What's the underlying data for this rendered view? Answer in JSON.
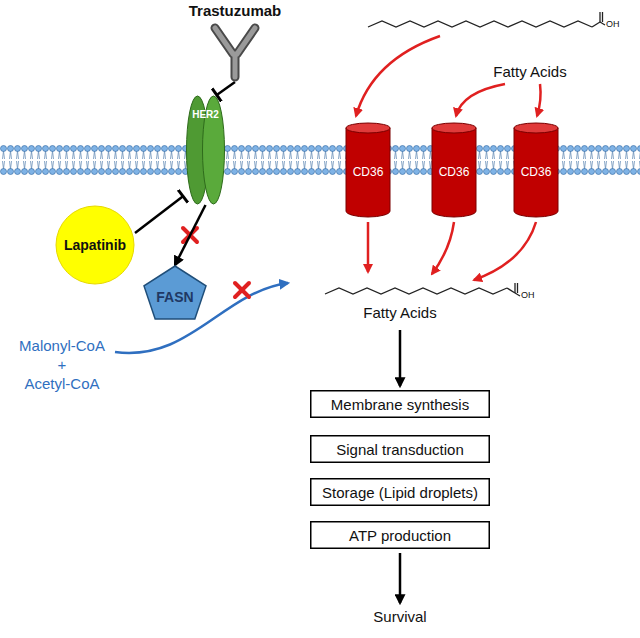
{
  "diagram": {
    "nodes": [
      {
        "text": [
          "Trastuzumab"
        ]
      },
      {
        "text": [
          "HER2"
        ]
      },
      {
        "text": [
          "Lapatinib"
        ]
      },
      {
        "text": [
          "FASN"
        ]
      },
      {
        "text": [
          "CD36"
        ]
      },
      {
        "text": [
          "CD36"
        ]
      },
      {
        "text": [
          "CD36"
        ]
      },
      {
        "text": [
          "Membrane synthesis"
        ]
      },
      {
        "text": [
          "Signal transduction"
        ]
      },
      {
        "text": [
          "Storage (Lipid droplets)"
        ]
      },
      {
        "text": [
          "ATP production"
        ]
      }
    ],
    "edges": [
      {
        "from": 0,
        "to": 1,
        "arrow": "to"
      },
      {
        "from": 2,
        "to": 1,
        "arrow": "to"
      },
      {
        "from": 1,
        "to": 3,
        "arrow": "to"
      }
    ],
    "labels": [
      "OH",
      "Fatty Acids",
      "OH",
      "Fatty Acids",
      "Malonyl-CoA + Acetyl-CoA",
      "Survival"
    ]
  }
}
